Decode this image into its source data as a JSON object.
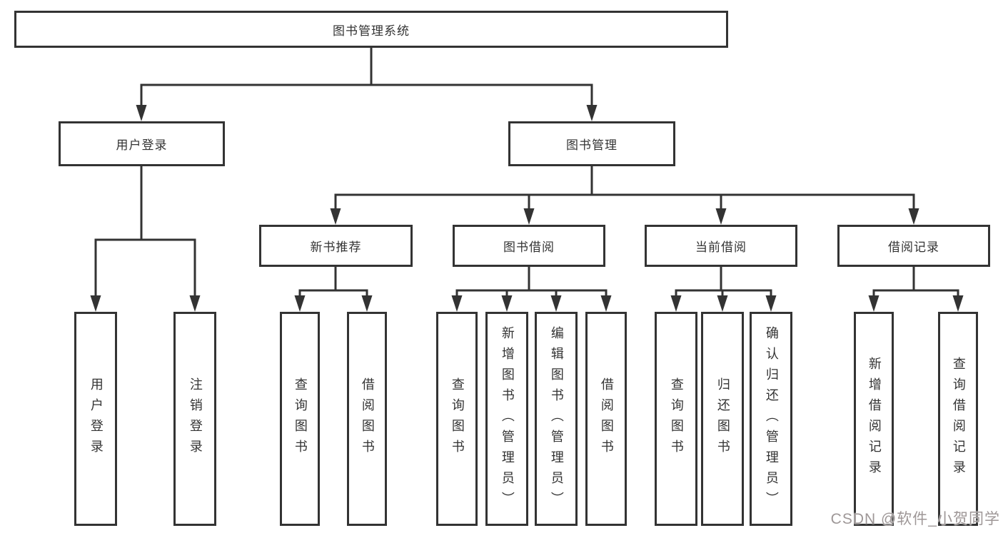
{
  "diagram": {
    "title": "图书管理系统",
    "root": {
      "label": "图书管理系统"
    },
    "level2": [
      {
        "id": "user-login",
        "label": "用户登录",
        "parent": "图书管理系统"
      },
      {
        "id": "book-management",
        "label": "图书管理",
        "parent": "图书管理系统"
      }
    ],
    "level3": [
      {
        "id": "new-book-recommend",
        "label": "新书推荐",
        "parent": "图书管理"
      },
      {
        "id": "book-borrowing",
        "label": "图书借阅",
        "parent": "图书管理"
      },
      {
        "id": "current-borrowing",
        "label": "当前借阅",
        "parent": "图书管理"
      },
      {
        "id": "borrowing-records",
        "label": "借阅记录",
        "parent": "图书管理"
      }
    ],
    "leaves": [
      {
        "id": "leaf-user-login",
        "label": "用户登录",
        "parent": "用户登录"
      },
      {
        "id": "leaf-logout",
        "label": "注销登录",
        "parent": "用户登录"
      },
      {
        "id": "leaf-query-books-recommend",
        "label": "查询图书",
        "parent": "新书推荐"
      },
      {
        "id": "leaf-borrow-books-recommend",
        "label": "借阅图书",
        "parent": "新书推荐"
      },
      {
        "id": "leaf-query-books-borrowing",
        "label": "查询图书",
        "parent": "图书借阅"
      },
      {
        "id": "leaf-add-book-admin",
        "label": "新增图书（管理员）",
        "parent": "图书借阅"
      },
      {
        "id": "leaf-edit-book-admin",
        "label": "编辑图书（管理员）",
        "parent": "图书借阅"
      },
      {
        "id": "leaf-borrow-books-borrowing",
        "label": "借阅图书",
        "parent": "图书借阅"
      },
      {
        "id": "leaf-query-books-current",
        "label": "查询图书",
        "parent": "当前借阅"
      },
      {
        "id": "leaf-return-book",
        "label": "归还图书",
        "parent": "当前借阅"
      },
      {
        "id": "leaf-confirm-return-admin",
        "label": "确认归还（管理员）",
        "parent": "当前借阅"
      },
      {
        "id": "leaf-add-borrow-record",
        "label": "新增借阅记录",
        "parent": "借阅记录"
      },
      {
        "id": "leaf-query-borrow-record",
        "label": "查询借阅记录",
        "parent": "借阅记录"
      }
    ]
  },
  "watermark": {
    "text": "CSDN @软件_小贺同学",
    "color": "#9e9797"
  },
  "colors": {
    "line": "#333333",
    "box_border": "#333333",
    "box_fill": "#ffffff",
    "text": "#333333",
    "background": "#ffffff"
  }
}
